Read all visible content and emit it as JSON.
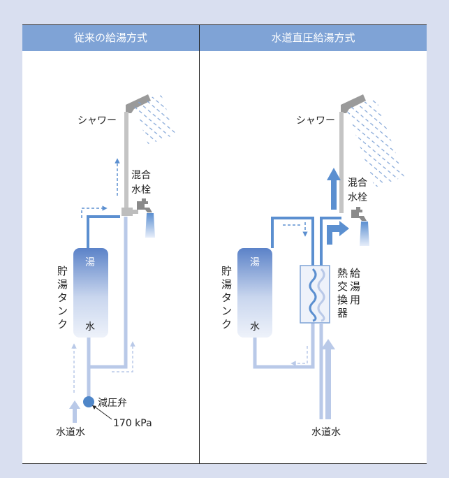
{
  "left_panel": {
    "header": "従来の給湯方式",
    "shower": "シャワー",
    "faucet_line1": "混合",
    "faucet_line2": "水栓",
    "tank_side": [
      "貯",
      "湯",
      "タ",
      "ン",
      "ク"
    ],
    "tank_top": "湯",
    "tank_bottom": "水",
    "valve": "減圧弁",
    "pressure": "170 kPa",
    "water_in": "水道水"
  },
  "right_panel": {
    "header": "水道直圧給湯方式",
    "shower": "シャワー",
    "faucet_line1": "混合",
    "faucet_line2": "水栓",
    "tank_side": [
      "貯",
      "湯",
      "タ",
      "ン",
      "ク"
    ],
    "tank_top": "湯",
    "tank_bottom": "水",
    "hx_col1": [
      "給",
      "湯",
      "用"
    ],
    "hx_col2": [
      "熱",
      "交",
      "換",
      "器"
    ],
    "water_in": "水道水"
  },
  "colors": {
    "background": "#d9dff0",
    "header": "#7fa3d6",
    "hot_pipe": "#5b8fd0",
    "cold_pipe": "#b9c9e8",
    "pipe_grey": "#c4c4c4"
  }
}
